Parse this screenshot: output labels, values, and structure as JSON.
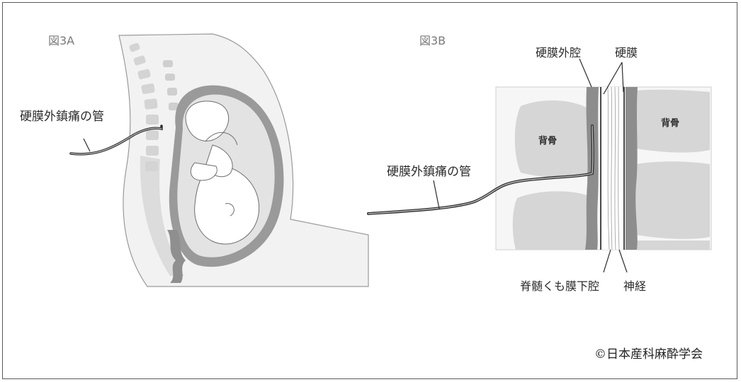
{
  "figure_a": {
    "label": "図3A",
    "catheter_label": "硬膜外鎮痛の管"
  },
  "figure_b": {
    "label": "図3B",
    "epidural_space_label": "硬膜外腔",
    "dura_label": "硬膜",
    "bone_left_label": "背骨",
    "bone_right_label": "背骨",
    "catheter_label": "硬膜外鎮痛の管",
    "subarachnoid_label": "脊髄くも膜下腔",
    "nerve_label": "神経"
  },
  "copyright": "©日本産科麻酔学会",
  "colors": {
    "frame": "#5a5a5a",
    "light_gray": "#e6e6e6",
    "mid_gray": "#c9c9c9",
    "dark_gray": "#8c8c8c",
    "outline": "#4a4a4a"
  }
}
